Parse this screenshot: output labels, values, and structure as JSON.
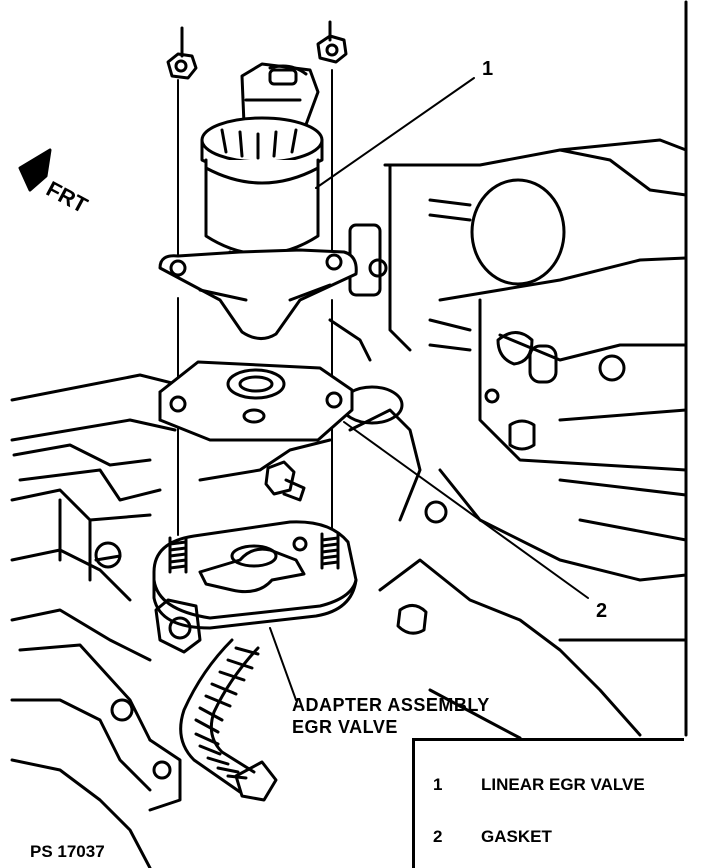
{
  "figure_id": "PS 17037",
  "direction_label": "FRT",
  "callouts": [
    "1",
    "2"
  ],
  "caption": {
    "line1": "ADAPTER ASSEMBLY",
    "line2": "EGR VALVE"
  },
  "legend": [
    {
      "num": "1",
      "text": "LINEAR EGR VALVE"
    },
    {
      "num": "2",
      "text": "GASKET"
    }
  ]
}
